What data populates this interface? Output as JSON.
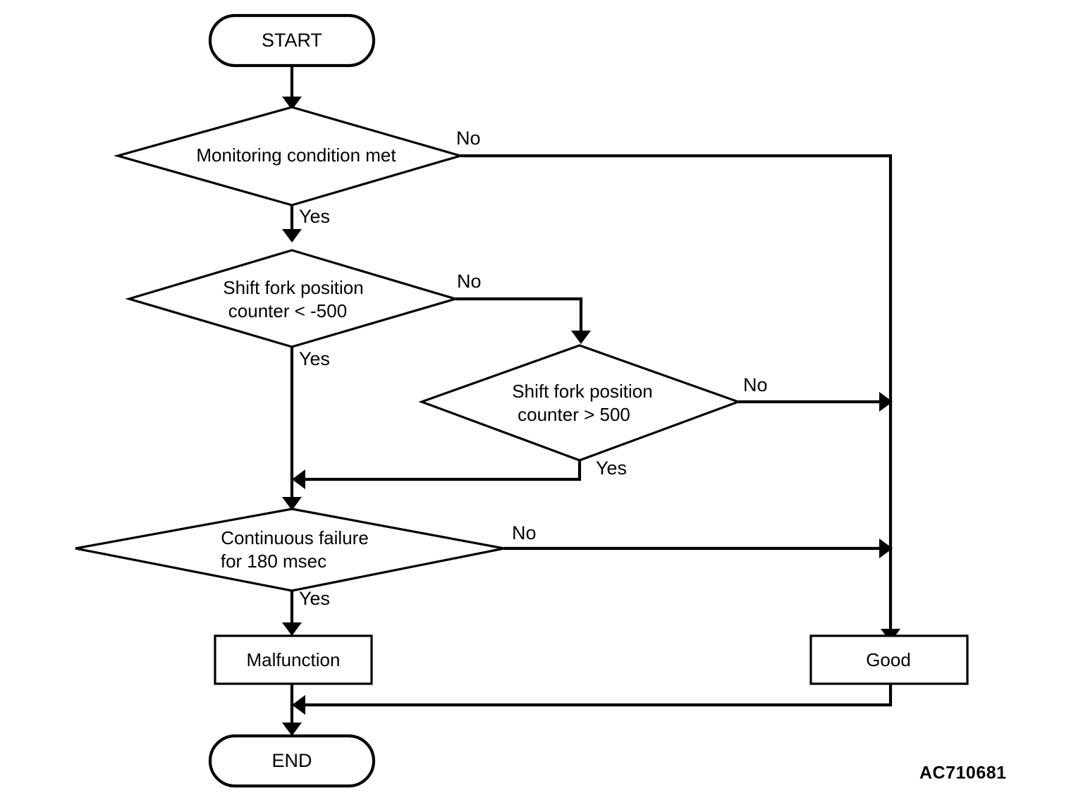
{
  "figure": {
    "code": "AC710681",
    "type": "flowchart",
    "background_color": "#ffffff",
    "line_color": "#000000"
  },
  "nodes": {
    "start": {
      "label": "START",
      "shape": "terminator"
    },
    "monitoring": {
      "label": "Monitoring condition met",
      "shape": "decision"
    },
    "counter_lt": {
      "line1": "Shift fork position",
      "line2": "counter < -500",
      "shape": "decision"
    },
    "counter_gt": {
      "line1": "Shift fork position",
      "line2": "counter > 500",
      "shape": "decision"
    },
    "continuous": {
      "line1": "Continuous failure",
      "line2": "for 180 msec",
      "shape": "decision"
    },
    "malfunction": {
      "label": "Malfunction",
      "shape": "process"
    },
    "good": {
      "label": "Good",
      "shape": "process"
    },
    "end": {
      "label": "END",
      "shape": "terminator"
    }
  },
  "edge_labels": {
    "monitoring_no": "No",
    "monitoring_yes": "Yes",
    "counter_lt_no": "No",
    "counter_lt_yes": "Yes",
    "counter_gt_no": "No",
    "counter_gt_yes": "Yes",
    "continuous_no": "No",
    "continuous_yes": "Yes"
  }
}
